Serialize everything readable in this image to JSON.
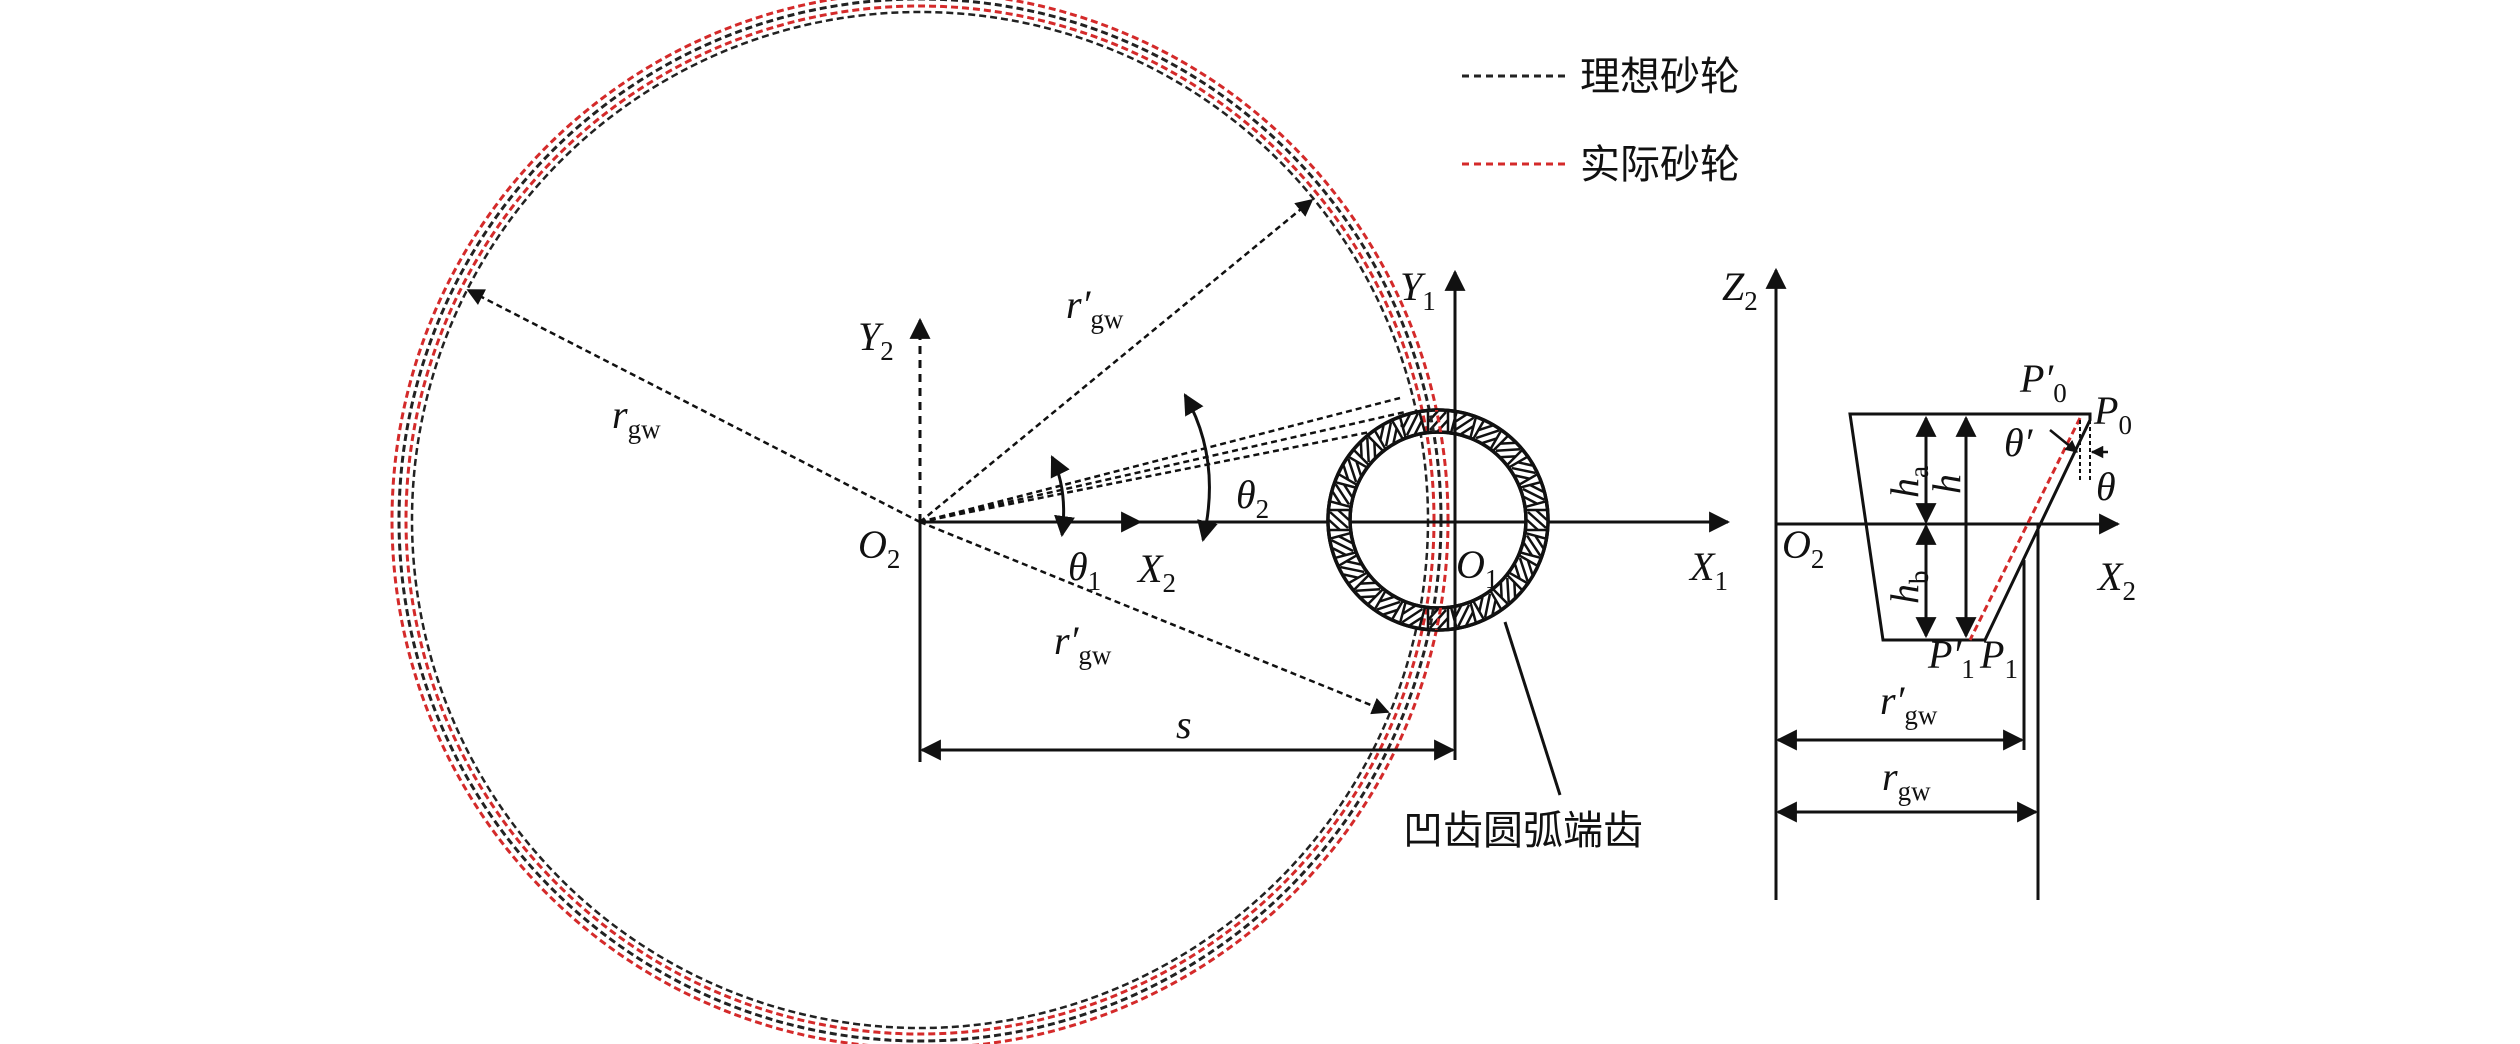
{
  "legend": {
    "ideal": {
      "label": "理想砂轮",
      "color": "#222222"
    },
    "actual": {
      "label": "实际砂轮",
      "color": "#d42a2a"
    }
  },
  "annotation": {
    "label": "凹齿圆弧端齿"
  },
  "labels": {
    "Y1": {
      "main": "Y",
      "sub": "1"
    },
    "Y2": {
      "main": "Y",
      "sub": "2"
    },
    "Z2": {
      "main": "Z",
      "sub": "2"
    },
    "X1": {
      "main": "X",
      "sub": "1"
    },
    "X2": {
      "main": "X",
      "sub": "2"
    },
    "X2r": {
      "main": "X",
      "sub": "2"
    },
    "O1": {
      "main": "O",
      "sub": "1"
    },
    "O2": {
      "main": "O",
      "sub": "2"
    },
    "O2r": {
      "main": "O",
      "sub": "2"
    },
    "theta1": {
      "main": "θ",
      "sub": "1"
    },
    "theta2": {
      "main": "θ",
      "sub": "2"
    },
    "s": {
      "main": "s"
    },
    "rgw_left": {
      "main": "r",
      "sub": "gw"
    },
    "rgwp_upper": {
      "main": "r′",
      "sub": "gw"
    },
    "rgwp_lower": {
      "main": "r′",
      "sub": "gw"
    },
    "rgwp_right": {
      "main": "r′",
      "sub": "gw"
    },
    "rgw_right": {
      "main": "r",
      "sub": "gw"
    },
    "P0": {
      "main": "P",
      "sub": "0"
    },
    "P0p": {
      "main": "P′",
      "sub": "0"
    },
    "P1": {
      "main": "P",
      "sub": "1"
    },
    "P1p": {
      "main": "P′",
      "sub": "1"
    },
    "theta": {
      "main": "θ"
    },
    "thetap": {
      "main": "θ′"
    },
    "h": {
      "main": "h"
    },
    "ha": {
      "main": "h",
      "sub": "a"
    },
    "hb": {
      "main": "h",
      "sub": "b"
    }
  }
}
